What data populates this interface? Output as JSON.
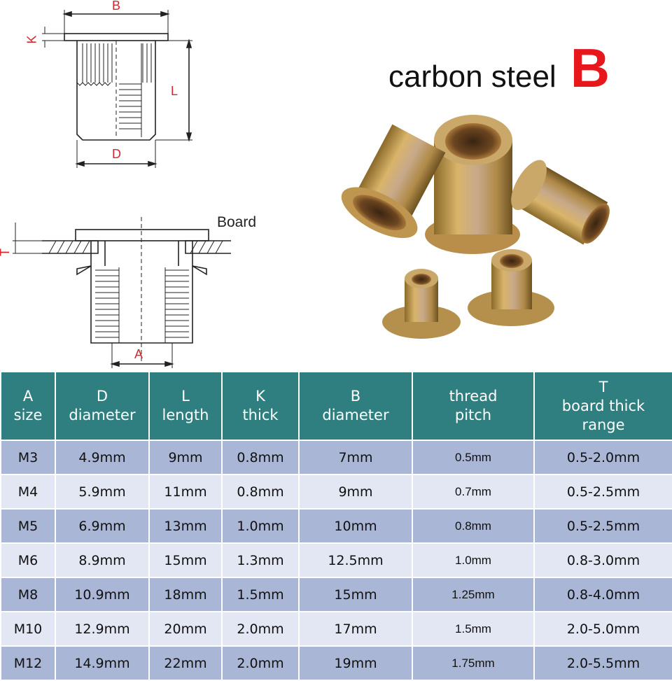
{
  "drawing": {
    "labels": {
      "b": "B",
      "k": "K",
      "l": "L",
      "d": "D",
      "t": "T",
      "a": "A",
      "board": "Board"
    }
  },
  "headline": {
    "text": "carbon steel",
    "letter": "B"
  },
  "table": {
    "columns": [
      {
        "line1": "A",
        "line2": "size",
        "line3": ""
      },
      {
        "line1": "D",
        "line2": "diameter",
        "line3": ""
      },
      {
        "line1": "L",
        "line2": "length",
        "line3": ""
      },
      {
        "line1": "K",
        "line2": "thick",
        "line3": ""
      },
      {
        "line1": "B",
        "line2": "diameter",
        "line3": ""
      },
      {
        "line1": "thread",
        "line2": "pitch",
        "line3": ""
      },
      {
        "line1": "T",
        "line2": "board thick",
        "line3": "range"
      }
    ],
    "rows": [
      [
        "M3",
        "4.9mm",
        "9mm",
        "0.8mm",
        "7mm",
        "0.5mm",
        "0.5-2.0mm"
      ],
      [
        "M4",
        "5.9mm",
        "11mm",
        "0.8mm",
        "9mm",
        "0.7mm",
        "0.5-2.5mm"
      ],
      [
        "M5",
        "6.9mm",
        "13mm",
        "1.0mm",
        "10mm",
        "0.8mm",
        "0.5-2.5mm"
      ],
      [
        "M6",
        "8.9mm",
        "15mm",
        "1.3mm",
        "12.5mm",
        "1.0mm",
        "0.8-3.0mm"
      ],
      [
        "M8",
        "10.9mm",
        "18mm",
        "1.5mm",
        "15mm",
        "1.25mm",
        "0.8-4.0mm"
      ],
      [
        "M10",
        "12.9mm",
        "20mm",
        "2.0mm",
        "17mm",
        "1.5mm",
        "2.0-5.0mm"
      ],
      [
        "M12",
        "14.9mm",
        "22mm",
        "2.0mm",
        "19mm",
        "1.75mm",
        "2.0-5.5mm"
      ]
    ]
  },
  "colors": {
    "header_bg": "#2f7f80",
    "row_odd": "#a9b6d6",
    "row_even": "#e3e6f3",
    "accent_red": "#e8171b",
    "dimension_red": "#d8262d"
  }
}
